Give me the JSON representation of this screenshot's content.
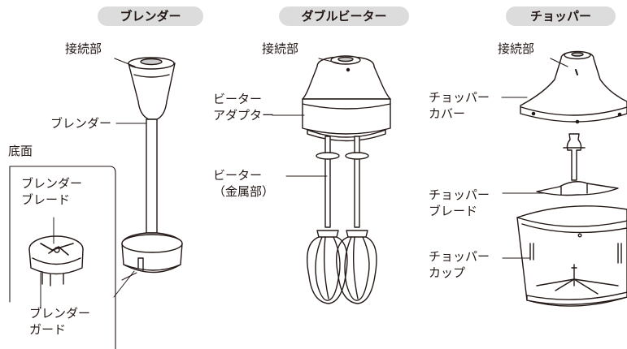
{
  "sections": {
    "blender": {
      "title": "ブレンダー",
      "connector": "接続部",
      "shaft": "ブレンダー",
      "bottom": "底面",
      "blade_1": "ブレンダー",
      "blade_2": "ブレード",
      "guard_1": "ブレンダー",
      "guard_2": "ガード"
    },
    "beater": {
      "title": "ダブルビーター",
      "connector": "接続部",
      "adapter_1": "ビーター",
      "adapter_2": "アダプター",
      "beater_1": "ビーター",
      "beater_2": "（金属部）"
    },
    "chopper": {
      "title": "チョッパー",
      "connector": "接続部",
      "cover_1": "チョッパー",
      "cover_2": "カバー",
      "blade_1": "チョッパー",
      "blade_2": "ブレード",
      "cup_1": "チョッパー",
      "cup_2": "カップ"
    }
  }
}
